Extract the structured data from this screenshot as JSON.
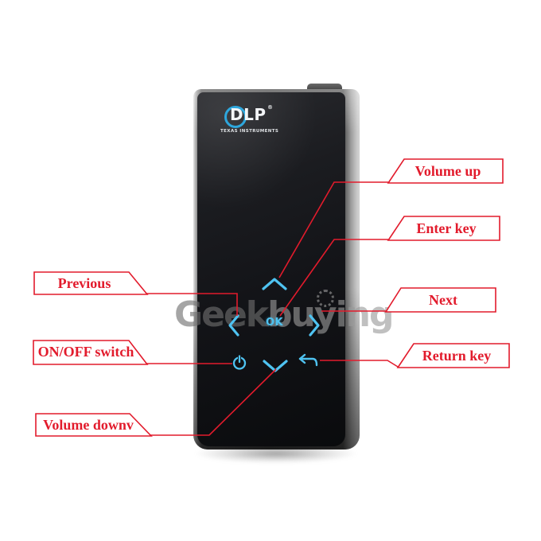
{
  "product": {
    "logo": {
      "name": "DLP",
      "registered": "®",
      "subtitle": "TEXAS INSTRUMENTS"
    },
    "ok_key": "OK"
  },
  "watermark": {
    "left": "Geek",
    "right": "buying"
  },
  "callouts": {
    "volume_up": "Volume up",
    "enter_key": "Enter key",
    "next": "Next",
    "return_key": "Return key",
    "previous": "Previous",
    "on_off": "ON/OFF switch",
    "volume_down": "Volume downv"
  },
  "colors": {
    "annotation_red": "#e21b2c",
    "icon_cyan": "#4fc3f1",
    "logo_blue": "#2ea7dd",
    "device_black": "#121316"
  }
}
